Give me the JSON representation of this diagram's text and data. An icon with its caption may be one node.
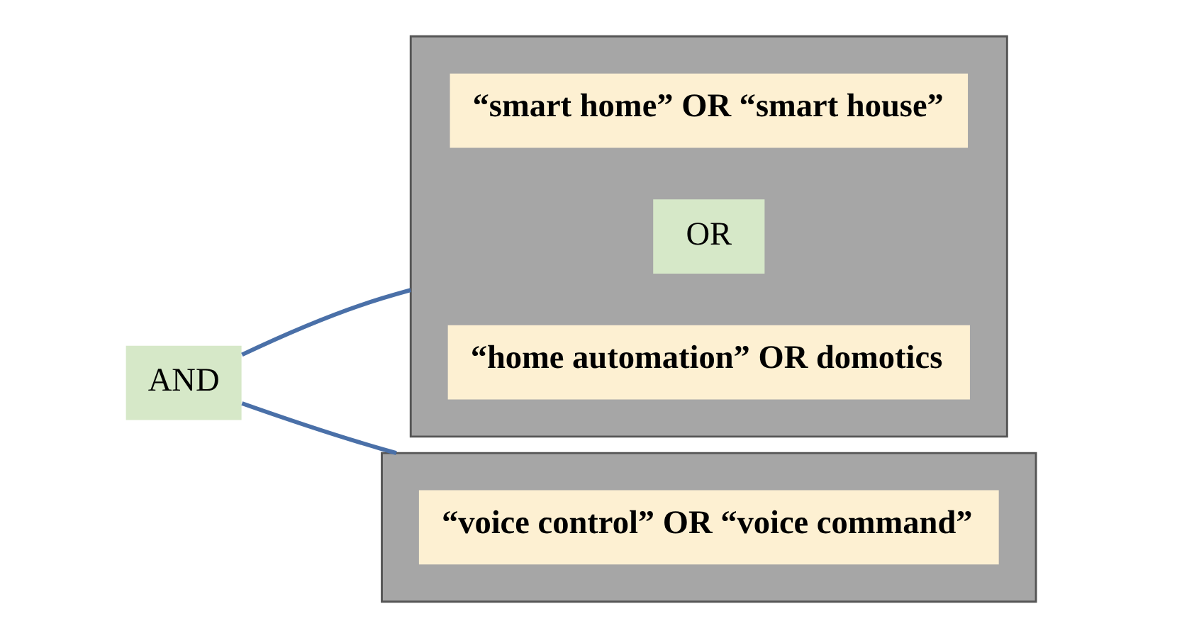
{
  "diagram": {
    "nodes": [
      {
        "text": [
          "AND"
        ]
      },
      {
        "text": [],
        "shape": "box"
      },
      {
        "text": [
          "“smart home” OR “smart house”"
        ],
        "in": 1
      },
      {
        "text": [
          "OR"
        ],
        "in": 1
      },
      {
        "text": [
          "“home automation” OR domotics"
        ],
        "in": 1
      },
      {
        "text": [],
        "shape": "box"
      },
      {
        "text": [
          "“voice control” OR “voice command”"
        ],
        "in": 5
      }
    ],
    "edges": [
      {
        "from": 0,
        "to": 1,
        "arrow": "none"
      },
      {
        "from": 0,
        "to": 5,
        "arrow": "none"
      }
    ]
  }
}
